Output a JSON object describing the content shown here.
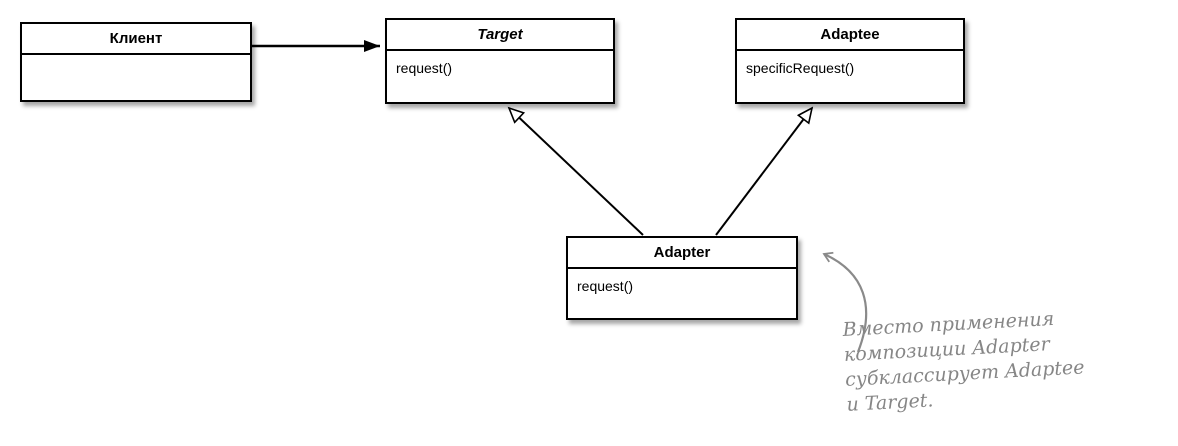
{
  "diagram": {
    "client": {
      "name": "Клиент"
    },
    "target": {
      "name": "Target",
      "method": "request()"
    },
    "adaptee": {
      "name": "Adaptee",
      "method": "specificRequest()"
    },
    "adapter": {
      "name": "Adapter",
      "method": "request()"
    },
    "annotation": {
      "line1": "Вместо применения",
      "line2": "композиции Adapter",
      "line3": "субклассирует Adaptee",
      "line4": "и Target."
    },
    "colors": {
      "box_border": "#000000",
      "annotation_gray": "#868686"
    }
  }
}
